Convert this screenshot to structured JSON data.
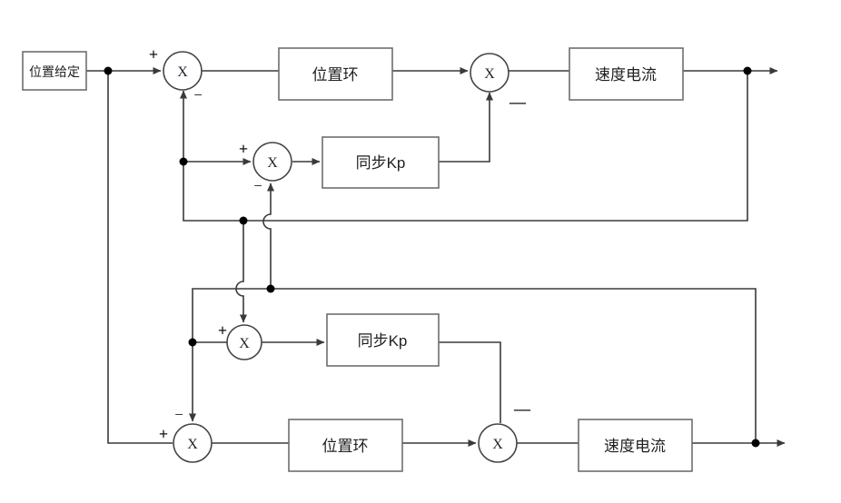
{
  "diagram": {
    "blocks": {
      "source": "位置给定",
      "upper_position_loop": "位置环",
      "upper_speed_current": "速度电流",
      "upper_sync_kp": "同步Kp",
      "lower_sync_kp": "同步Kp",
      "lower_position_loop": "位置环",
      "lower_speed_current": "速度电流"
    },
    "summing_symbol": "X",
    "signs": {
      "plus": "+",
      "minus": "−",
      "minus_long": "—"
    },
    "colors": {
      "wire": "#3a3a3a",
      "box_border": "#6e6e6e",
      "text": "#1f1f1f",
      "background": "#ffffff"
    }
  }
}
